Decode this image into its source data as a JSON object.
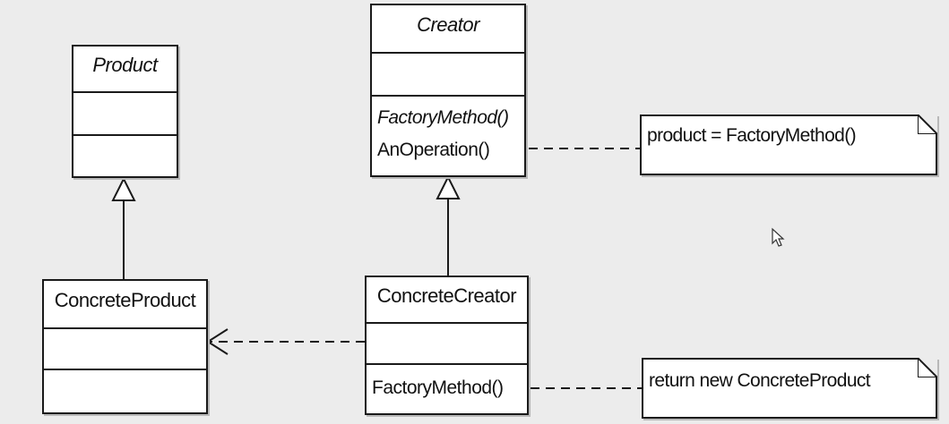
{
  "classes": {
    "product": {
      "name": "Product"
    },
    "creator": {
      "name": "Creator",
      "operations": [
        "FactoryMethod()",
        "AnOperation()"
      ]
    },
    "concrete_product": {
      "name": "ConcreteProduct"
    },
    "concrete_creator": {
      "name": "ConcreteCreator",
      "operations": [
        "FactoryMethod()"
      ]
    }
  },
  "notes": {
    "anoperation_note": "product = FactoryMethod()",
    "factorymethod_note": "return new ConcreteProduct"
  },
  "colors": {
    "background": "#ececec",
    "line": "#1a1a1a",
    "box": "#ffffff"
  },
  "icons": {
    "cursor": "mouse-pointer-icon"
  }
}
